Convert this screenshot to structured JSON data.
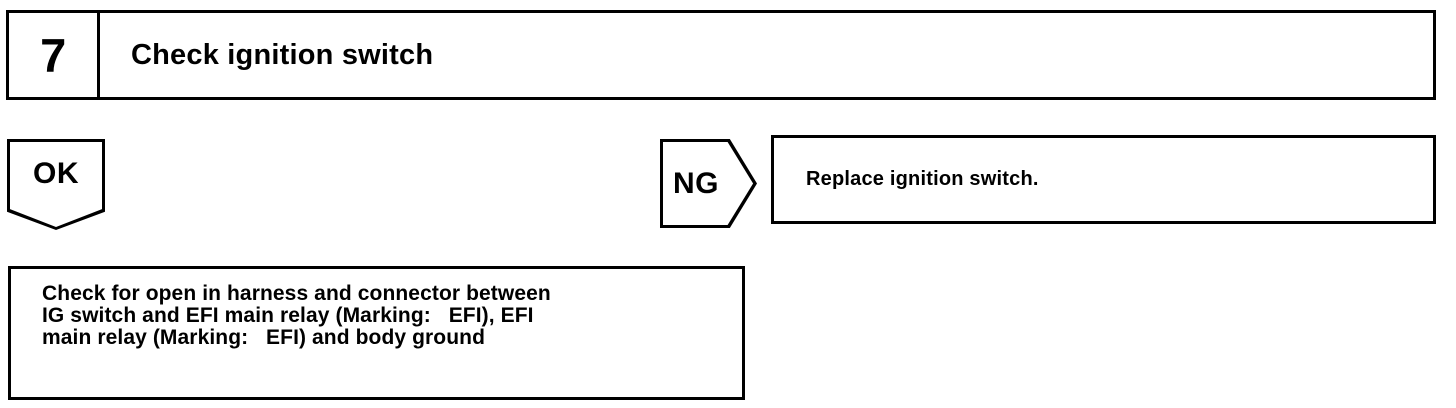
{
  "step": {
    "number": "7",
    "title": "Check ignition switch"
  },
  "branches": {
    "ok": {
      "badge": "OK"
    },
    "ng": {
      "badge": "NG",
      "action": "Replace ignition switch."
    }
  },
  "result_box": {
    "lines": [
      "Check for open in harness and connector between",
      "IG switch and EFI main relay (Marking:   EFI), EFI",
      "main relay (Marking:   EFI) and body ground"
    ]
  },
  "colors": {
    "ink": "#000000",
    "paper": "#ffffff"
  }
}
